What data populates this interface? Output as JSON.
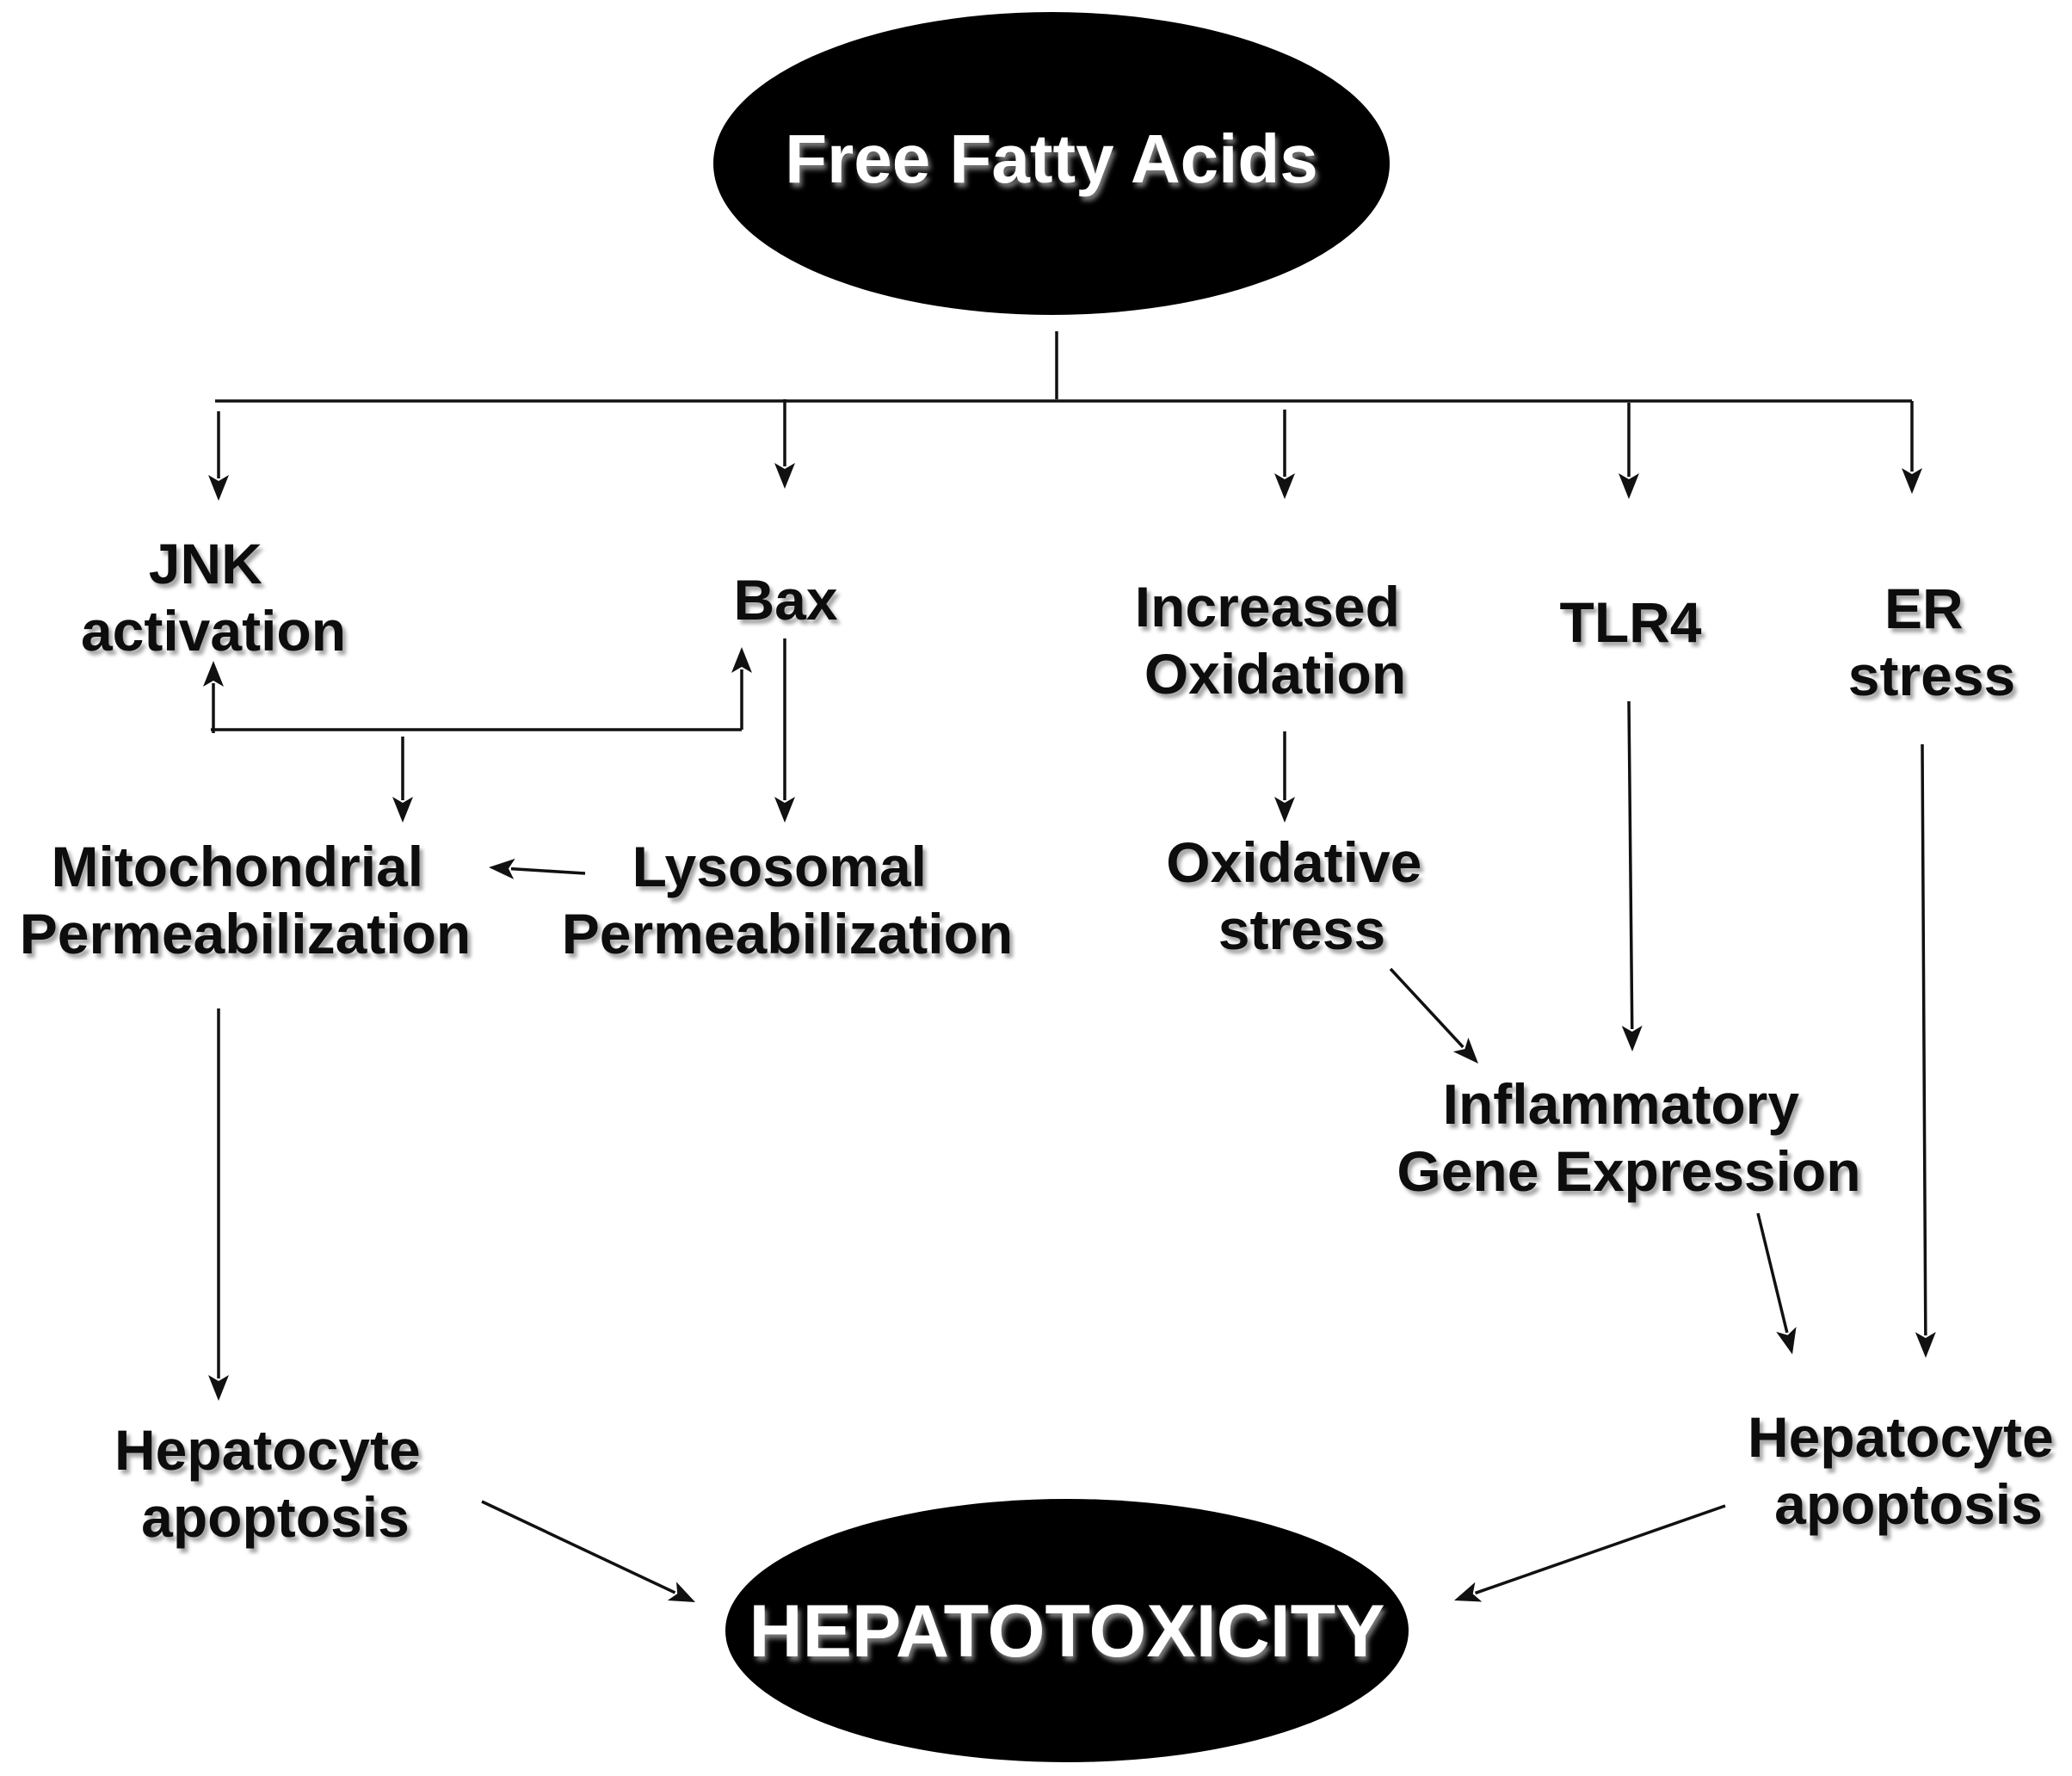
{
  "top_node": {
    "label": "Free Fatty Acids"
  },
  "bottom_node": {
    "label": "HEPATOTOXICITY"
  },
  "nodes": {
    "jnk": [
      "JNK",
      "activation"
    ],
    "bax": [
      "Bax"
    ],
    "increased_oxidation": [
      "Increased",
      "Oxidation"
    ],
    "tlr4": [
      "TLR4"
    ],
    "er_stress": [
      "ER",
      "stress"
    ],
    "mitochondrial": [
      "Mitochondrial",
      "Permeabilization"
    ],
    "lysosomal": [
      "Lysosomal",
      "Permeabilization"
    ],
    "oxidative_stress": [
      "Oxidative",
      "stress"
    ],
    "inflammatory": [
      "Inflammatory",
      "Gene Expression"
    ],
    "apoptosis_left": [
      "Hepatocyte",
      "apoptosis"
    ],
    "apoptosis_right": [
      "Hepatocyte",
      "apoptosis"
    ]
  },
  "colors": {
    "ellipse_fill": "#000000",
    "ellipse_text": "#ffffff",
    "text": "#111111",
    "line": "#111111"
  }
}
